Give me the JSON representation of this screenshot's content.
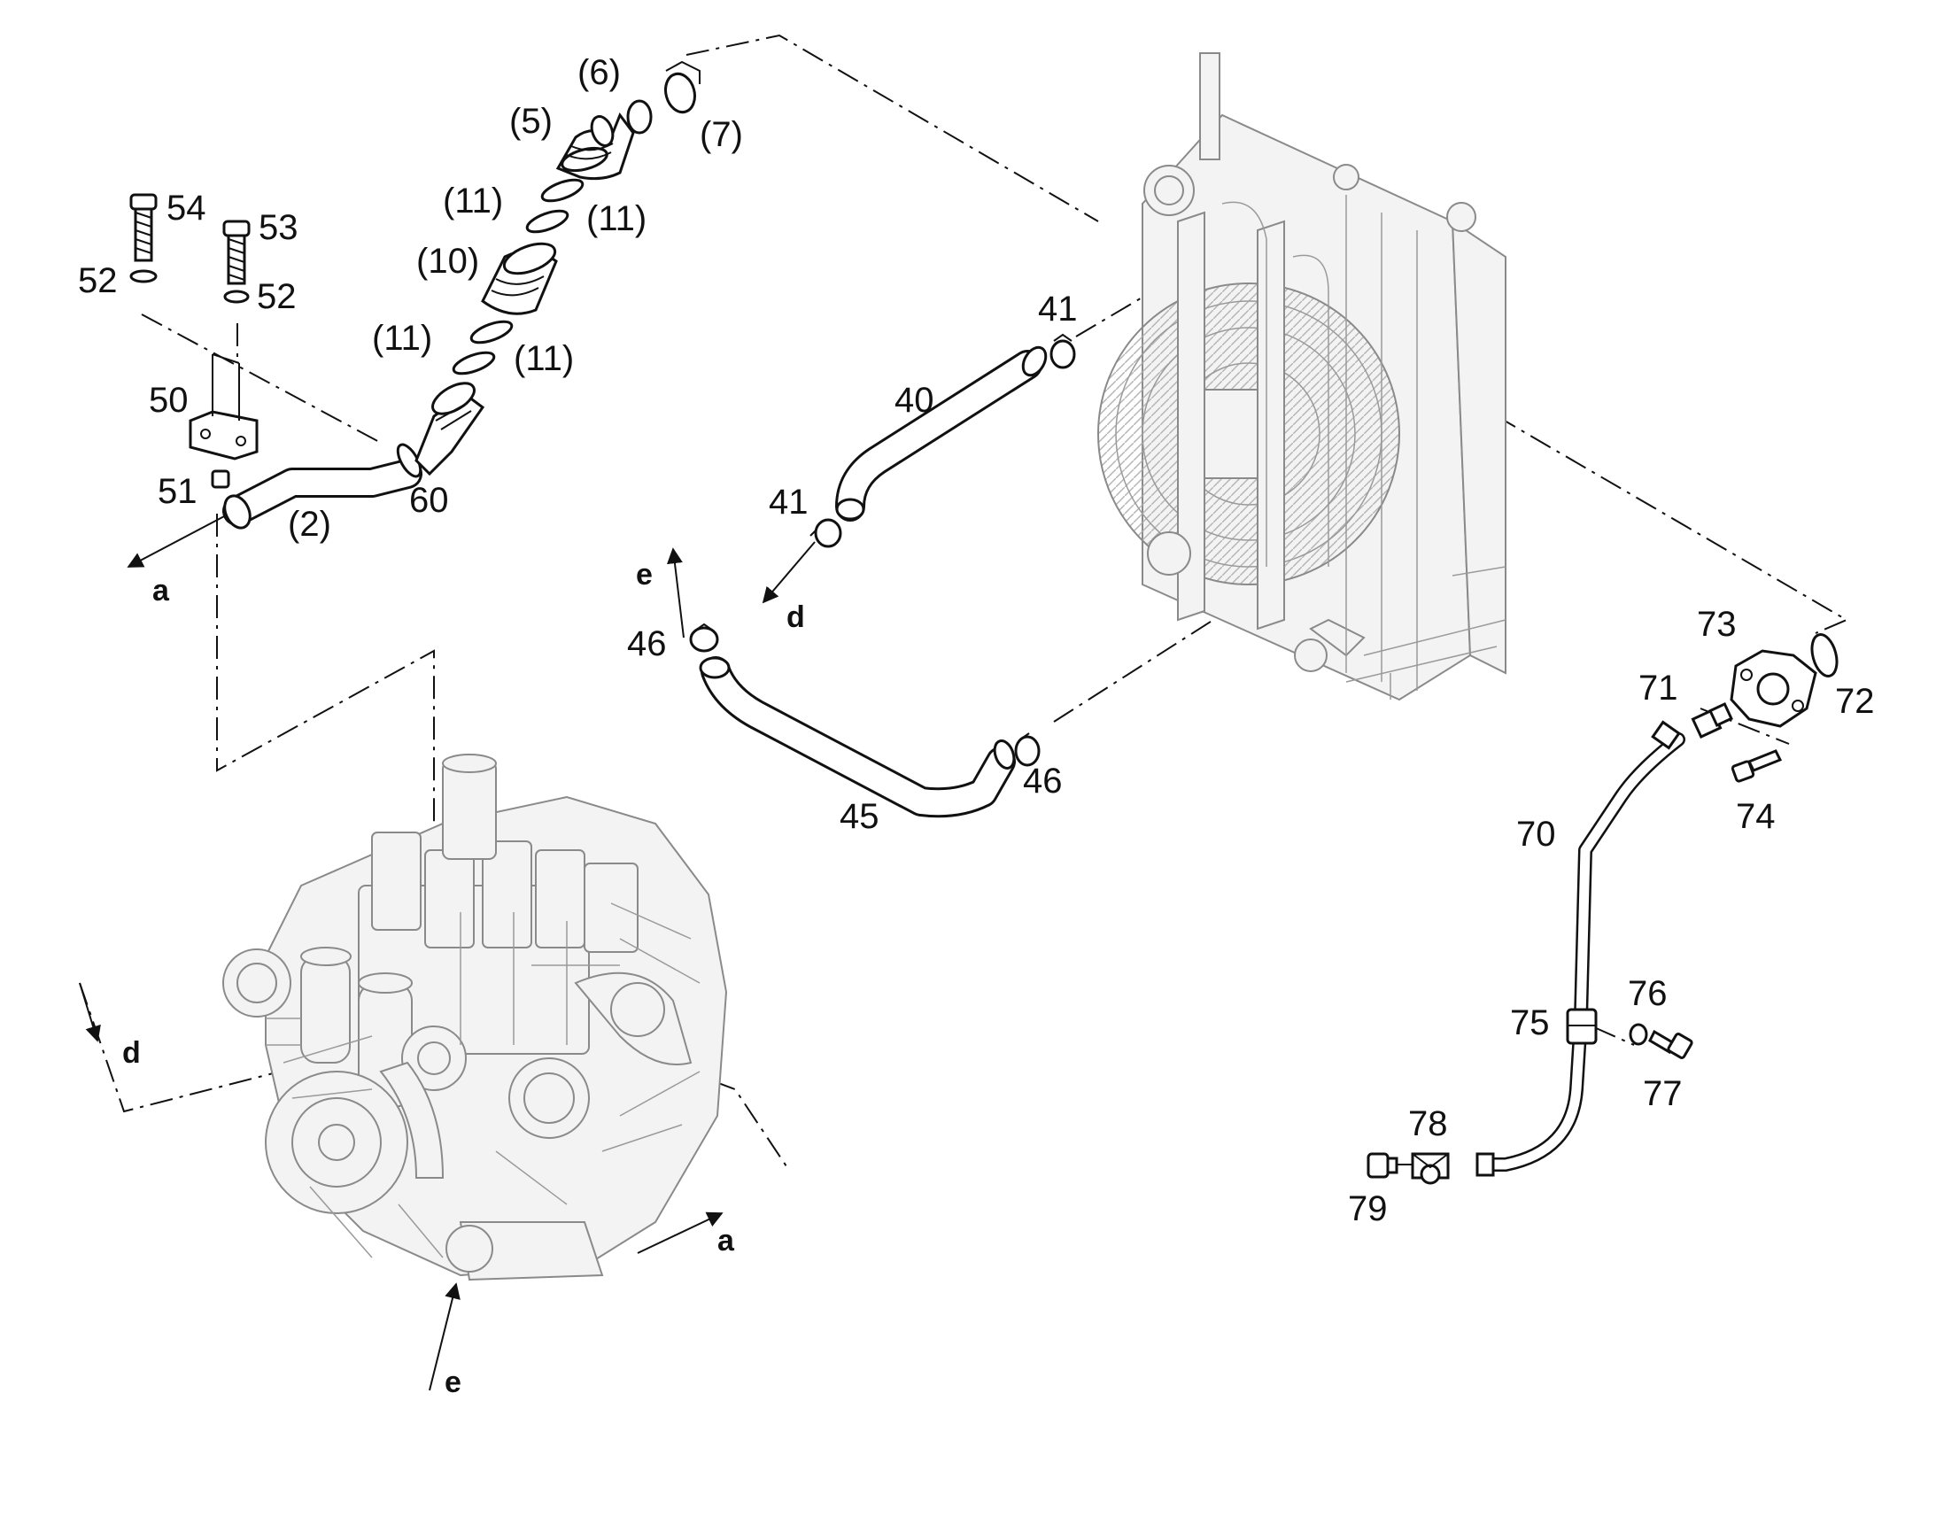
{
  "callouts": {
    "c54": "54",
    "c53": "53",
    "c52a": "52",
    "c52b": "52",
    "c50": "50",
    "c51": "51",
    "c2": "(2)",
    "c60": "60",
    "c6": "(6)",
    "c5": "(5)",
    "c7": "(7)",
    "c11a": "(11)",
    "c11b": "(11)",
    "c10": "(10)",
    "c11c": "(11)",
    "c11d": "(11)",
    "c41a": "41",
    "c40": "40",
    "c41b": "41",
    "c46a": "46",
    "c45": "45",
    "c46b": "46",
    "c73": "73",
    "c71": "71",
    "c72": "72",
    "c74": "74",
    "c70": "70",
    "c75": "75",
    "c76": "76",
    "c77": "77",
    "c78": "78",
    "c79": "79"
  },
  "direction_markers": {
    "a_top": "a",
    "e_top": "e",
    "d_top": "d",
    "d_bottom": "d",
    "a_bottom": "a",
    "e_bottom": "e"
  }
}
